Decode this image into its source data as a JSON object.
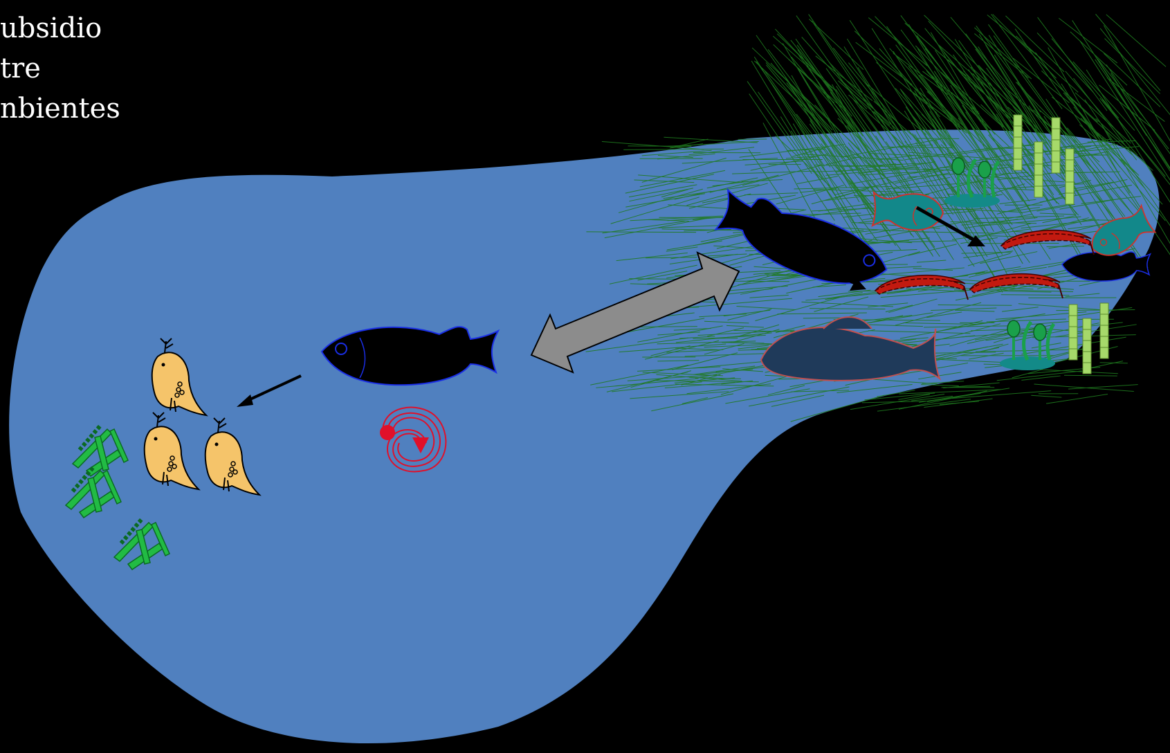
{
  "title": {
    "lines": [
      "ubsidio",
      "tre",
      "nbientes"
    ]
  },
  "icons": {
    "planktivore_fish": "fish-icon",
    "zooplankton": "copepod-icon",
    "phytoplankton": "algae-icon",
    "movement_arrow": "double-arrow-icon",
    "cycle_marker": "cycle-icon",
    "littoral_vegetation": "grass-icon",
    "littoral_fish": "fish-icon",
    "chironomid_larvae": "larva-icon",
    "periphyton": "periphyton-icon"
  },
  "colors": {
    "background": "#000000",
    "lake": "#5080bf",
    "vegetation": "#1f7a1f",
    "fish_fill": "#000000",
    "fish_outline": "#1a2ee6",
    "zooplankton": "#f5c46a",
    "algae": "#22bb44",
    "larva": "#c21a10",
    "teal_fish": "#12888a",
    "dark_fish": "#1f3a5a",
    "periphyton_light": "#a6d96a",
    "periphyton_dark": "#1aa04a",
    "cycle": "#e0102a",
    "arrow_gray": "#8c8c8c"
  }
}
